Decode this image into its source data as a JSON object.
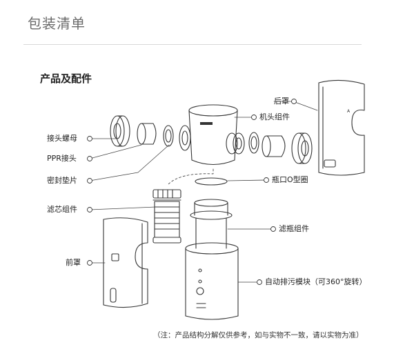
{
  "header": {
    "title": "包装清单"
  },
  "section": {
    "title": "产品及配件"
  },
  "labels": {
    "rear_cover": "后罩",
    "head_assembly": "机头组件",
    "nut": "接头螺母",
    "ppr_joint": "PPR接头",
    "gasket": "密封垫片",
    "o_ring": "瓶口O型圈",
    "filter_assembly": "滤芯组件",
    "bottle_assembly": "滤瓶组件",
    "front_cover": "前罩",
    "drain_module": "自动排污模块（可360°旋转）"
  },
  "footnote": "（注：产品结构分解仅供参考，如与实物不一致，请以实物为准）",
  "colors": {
    "line": "#333333",
    "muted": "#6a6a6a",
    "divider": "#d8d8d8"
  }
}
